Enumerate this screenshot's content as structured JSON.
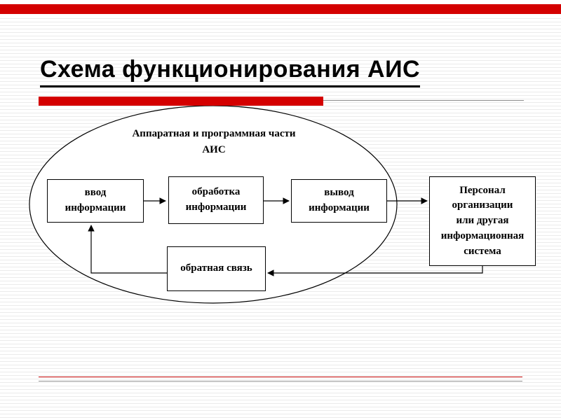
{
  "slide": {
    "title": "Схема функционирования АИС"
  },
  "colors": {
    "accent_red": "#d40000",
    "rule_red": "#c00000",
    "rule_gray": "#8f8f8f",
    "stripe_gray": "#ebebeb",
    "diagram_ink": "#000000"
  },
  "diagram": {
    "ellipse_caption": {
      "label": "Аппаратная и программная части АИС",
      "lines": [
        "Аппаратная и программная части",
        "АИС"
      ]
    },
    "nodes": {
      "input": {
        "label": "ввод информации",
        "lines": [
          "ввод",
          "информации"
        ]
      },
      "processing": {
        "label": "обработка информации",
        "lines": [
          "обработка",
          "информации"
        ]
      },
      "output": {
        "label": "вывод информации",
        "lines": [
          "вывод",
          "информации"
        ]
      },
      "feedback": {
        "label": "обратная связь",
        "lines": [
          "обратная связь"
        ]
      },
      "personnel": {
        "label": "Персонал организации или другая информационная система",
        "lines": [
          "Персонал",
          "организации",
          "или другая",
          "информационная",
          "система"
        ]
      }
    },
    "connections": [
      {
        "from": "input",
        "to": "processing"
      },
      {
        "from": "processing",
        "to": "output"
      },
      {
        "from": "output",
        "to": "personnel"
      },
      {
        "from": "personnel",
        "to": "feedback"
      },
      {
        "from": "feedback",
        "to": "input"
      }
    ]
  }
}
